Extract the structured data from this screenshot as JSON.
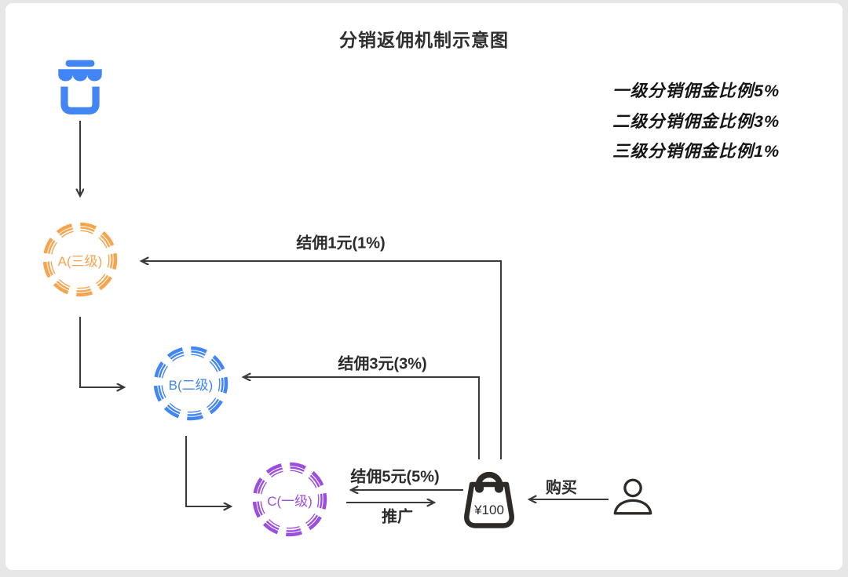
{
  "title": "分销返佣机制示意图",
  "rates": {
    "lines": [
      "一级分销佣金比例5%",
      "二级分销佣金比例3%",
      "三级分销佣金比例1%"
    ]
  },
  "nodes": {
    "store": {
      "icon": "storefront-icon",
      "color": "#4285F4"
    },
    "level3": {
      "label": "A(三级)",
      "color": "#F6A44E"
    },
    "level2": {
      "label": "B(二级)",
      "color": "#4285F4"
    },
    "level1": {
      "label": "C(一级)",
      "color": "#9C4FDF"
    },
    "order": {
      "icon": "shopping-bag-icon",
      "price": "¥100",
      "color": "#2D2A28"
    },
    "buyer": {
      "icon": "person-icon",
      "color": "#2D2A28"
    }
  },
  "edges": {
    "commission_level3": {
      "label": "结佣1元(1%)"
    },
    "commission_level2": {
      "label": "结佣3元(3%)"
    },
    "commission_level1": {
      "label": "结佣5元(5%)"
    },
    "promote": {
      "label": "推广"
    },
    "purchase": {
      "label": "购买"
    }
  }
}
